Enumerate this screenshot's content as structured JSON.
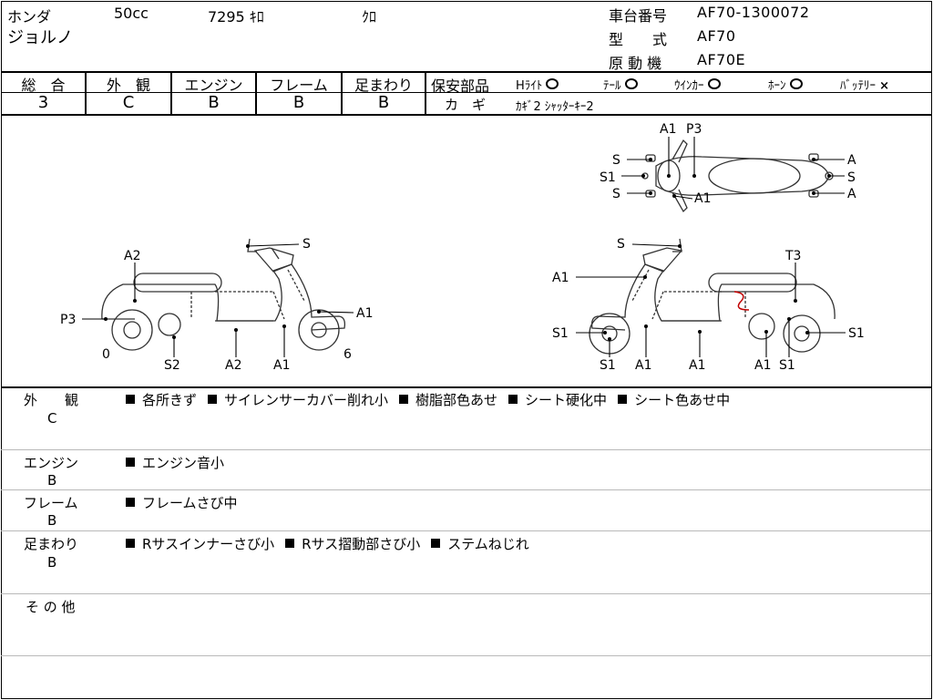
{
  "header": {
    "maker": "ホンダ",
    "displacement": "50cc",
    "mileage": "7295 ｷﾛ",
    "color": "ｸﾛ",
    "model_name": "ジョルノ",
    "frame_no_label": "車台番号",
    "frame_no": "AF70-1300072",
    "type_label": "型　　式",
    "type": "AF70",
    "engine_label": "原 動 機",
    "engine": "AF70E"
  },
  "grades": {
    "columns": [
      {
        "label": "総　合",
        "value": "3"
      },
      {
        "label": "外　観",
        "value": "C"
      },
      {
        "label": "エンジン",
        "value": "B"
      },
      {
        "label": "フレーム",
        "value": "B"
      },
      {
        "label": "足まわり",
        "value": "B"
      }
    ]
  },
  "safety": {
    "label": "保安部品",
    "items": [
      {
        "label": "Hﾗｲﾄ",
        "mark": "circle"
      },
      {
        "label": "ﾃｰﾙ",
        "mark": "circle"
      },
      {
        "label": "ｳｲﾝｶｰ",
        "mark": "circle"
      },
      {
        "label": "ﾎｰﾝ",
        "mark": "circle"
      },
      {
        "label": "ﾊﾞｯﾃﾘｰ",
        "mark": "×"
      }
    ],
    "key_label": "カ　ギ",
    "key_value": "ｶｷﾞ2 ｼｬｯﾀｰｷｰ2"
  },
  "diagram": {
    "top": {
      "labels": [
        "A1",
        "P3",
        "S",
        "S1",
        "S",
        "A1",
        "A",
        "S",
        "A"
      ]
    },
    "left": {
      "labels": [
        "S",
        "A2",
        "P3",
        "A1",
        "0",
        "6",
        "S2",
        "A2",
        "A1"
      ]
    },
    "right": {
      "labels": [
        "S",
        "T3",
        "A1",
        "S1",
        "S1",
        "S1",
        "A1",
        "A1",
        "A1",
        "S1"
      ]
    }
  },
  "sections": [
    {
      "title": "外　　観",
      "grade": "C",
      "items": [
        "各所きず",
        "サイレンサーカバー削れ小",
        "樹脂部色あせ",
        "シート硬化中",
        "シート色あせ中"
      ]
    },
    {
      "title": "エンジン",
      "grade": "B",
      "items": [
        "エンジン音小"
      ]
    },
    {
      "title": "フレーム",
      "grade": "B",
      "items": [
        "フレームさび中"
      ]
    },
    {
      "title": "足まわり",
      "grade": "B",
      "items": [
        "Rサスインナーさび小",
        "Rサス摺動部さび小",
        "ステムねじれ"
      ]
    },
    {
      "title": "そ の 他",
      "grade": "",
      "items": []
    }
  ]
}
